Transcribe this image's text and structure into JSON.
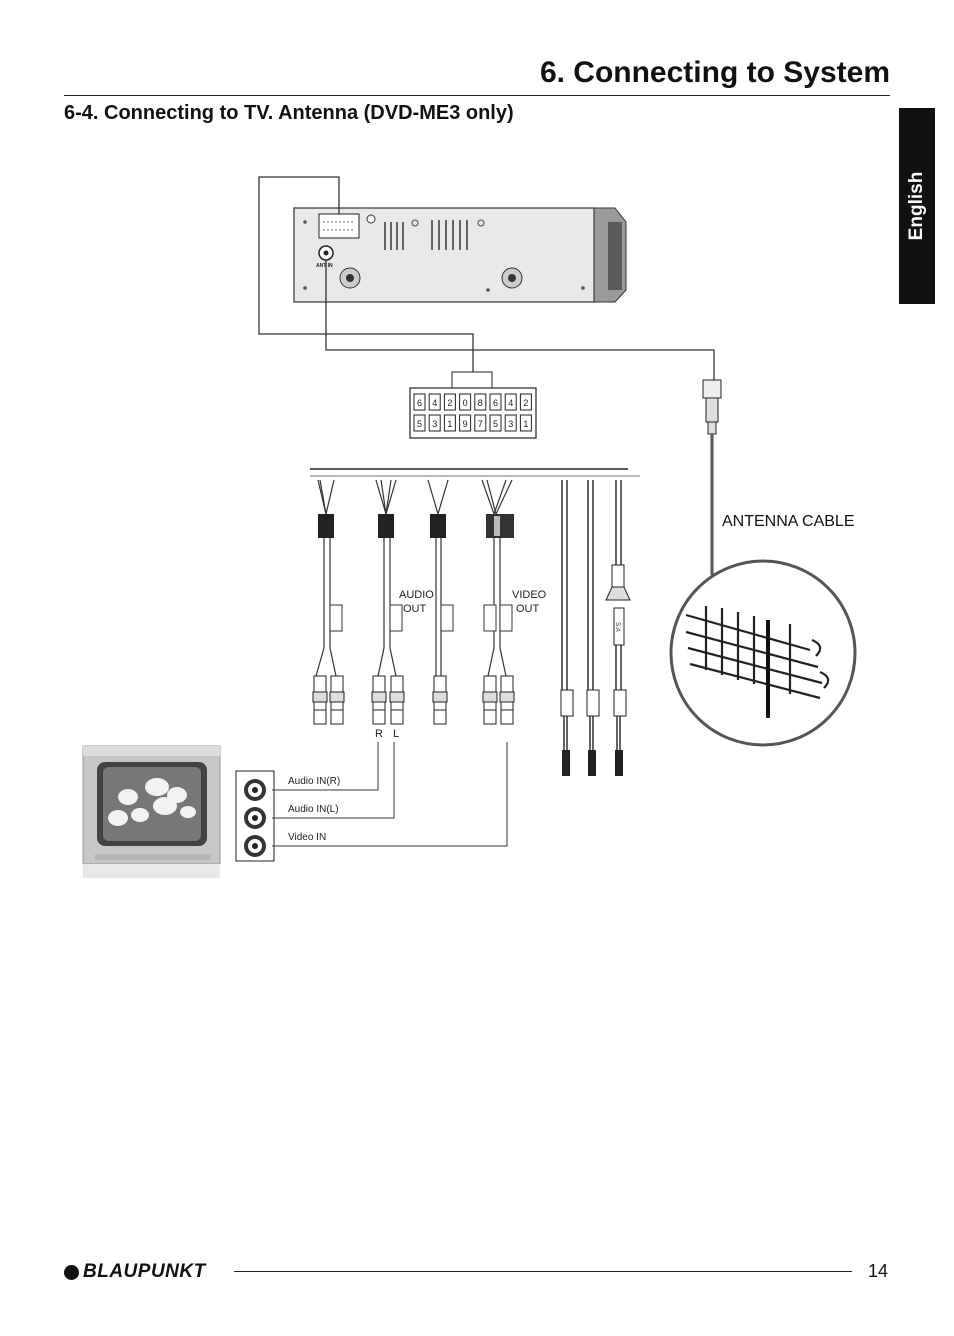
{
  "page": {
    "chapter_title": "6. Connecting to System",
    "section_title": "6-4. Connecting to TV.  Antenna (DVD-ME3 only)",
    "language_tab": "English",
    "page_number": "14",
    "brand": "BLAUPUNKT"
  },
  "diagram": {
    "unit_labels": {
      "antenna_in": "ANT IN"
    },
    "connector_pins_top": [
      "6",
      "4",
      "2",
      "0",
      "8",
      "6",
      "4",
      "2"
    ],
    "connector_pins_bottom": [
      "5",
      "3",
      "1",
      "9",
      "7",
      "5",
      "3",
      "1"
    ],
    "antenna_cable_label": "ANTENNA  CABLE",
    "audio_out_label": [
      "AUDIO",
      "OUT"
    ],
    "video_out_label": [
      "VIDEO",
      "OUT"
    ],
    "sa_label": "S.A",
    "channel_r": "R",
    "channel_l": "L",
    "tv_inputs": [
      "Audio  IN(R)",
      "Audio   IN(L)",
      "Video  IN"
    ]
  }
}
